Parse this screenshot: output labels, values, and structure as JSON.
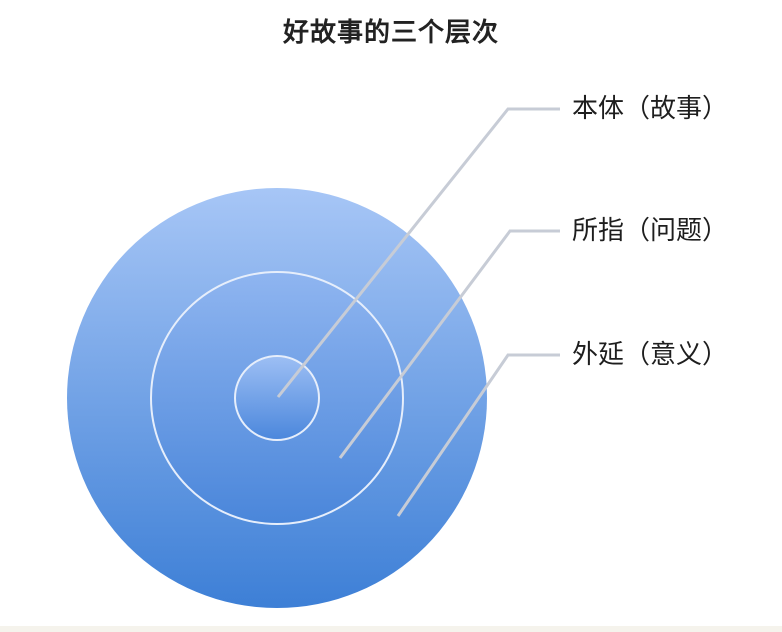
{
  "title": "好故事的三个层次",
  "layers": [
    {
      "label": "本体（故事）"
    },
    {
      "label": "所指（问题）"
    },
    {
      "label": "外延（意义）"
    }
  ],
  "colors": {
    "circle_light": "#a7c6f6",
    "circle_dark": "#3d7fd6",
    "ring_stroke": "#e6eefb",
    "leader_line": "#c7ccd6",
    "title_text": "#222222",
    "label_text": "#1e1e1e"
  }
}
